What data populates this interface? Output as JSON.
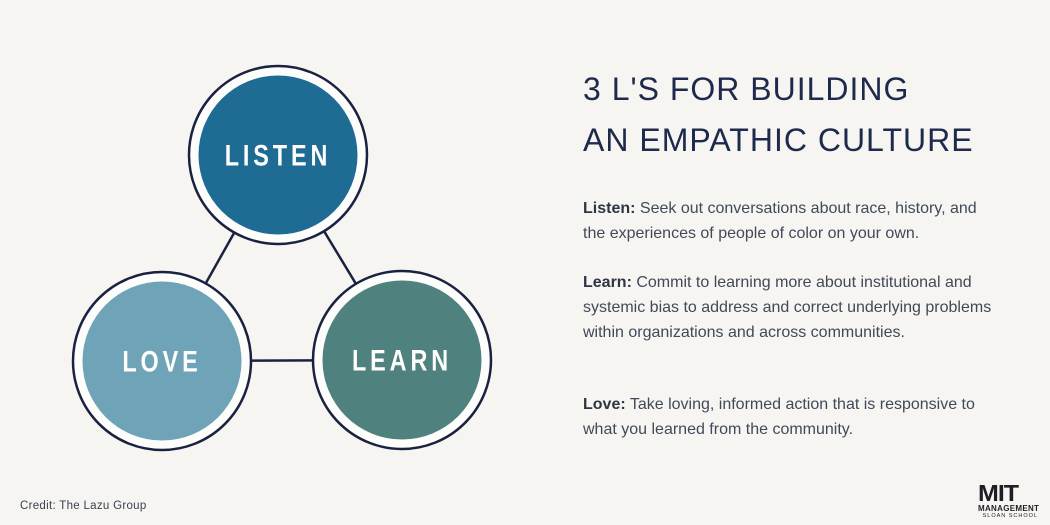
{
  "colors": {
    "background": "#f6f5f2",
    "navy_outline": "#1b2240",
    "ring_white": "#fdfdfc",
    "heading": "#1e2a4c",
    "body_text": "#414958",
    "listen_fill": "#1e6b94",
    "love_fill": "#6fa3b7",
    "learn_fill": "#4f827f"
  },
  "title": {
    "line1": "3 L'S FOR BUILDING",
    "line2": "AN EMPATHIC CULTURE"
  },
  "diagram": {
    "nodes": [
      {
        "label": "LISTEN",
        "fill": "#1e6b94"
      },
      {
        "label": "LOVE",
        "fill": "#6fa3b7"
      },
      {
        "label": "LEARN",
        "fill": "#4f827f"
      }
    ]
  },
  "paragraphs": [
    {
      "lead": "Listen:",
      "text": " Seek out conversations about race, history, and the experiences of people of color on your own."
    },
    {
      "lead": "Learn:",
      "text": " Commit to learning more about institutional and systemic bias to address and correct underlying problems within organizations and across communities."
    },
    {
      "lead": "Love:",
      "text": " Take loving, informed action that is responsive to what you learned from the community."
    }
  ],
  "credit": "Credit: The Lazu Group",
  "logo": {
    "mit": "MIT",
    "management": "MANAGEMENT",
    "sloan": "SLOAN SCHOOL"
  }
}
